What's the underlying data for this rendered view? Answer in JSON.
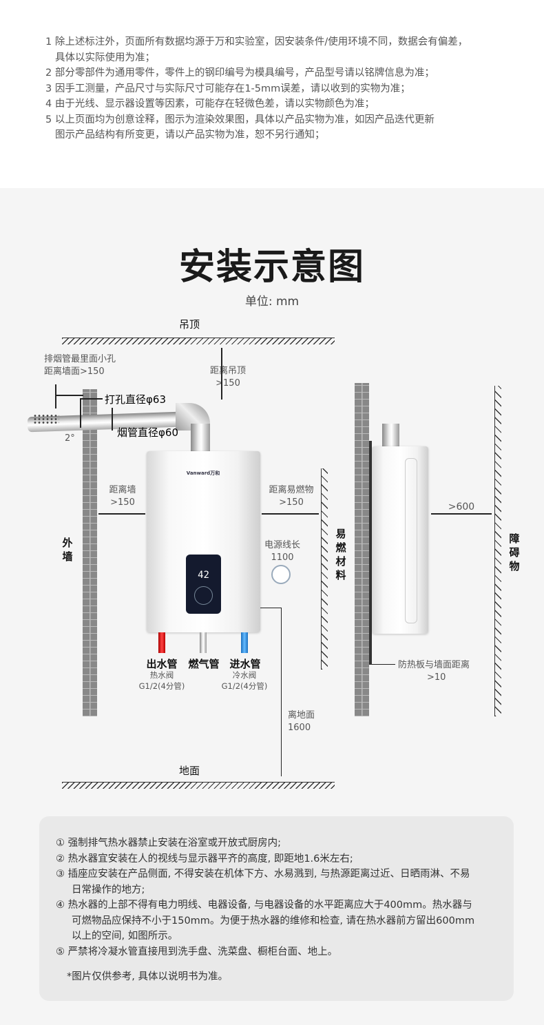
{
  "disclaimer": [
    "1 除上述标注外，页面所有数据均源于万和实验室，因安装条件/使用环境不同，数据会有偏差，",
    "具体以实际使用为准；",
    "2 部分零部件为通用零件，零件上的钢印编号为模具编号，产品型号请以铭牌信息为准；",
    "3 因手工测量，产品尺寸与实际尺寸可能存在1-5mm误差，请以收到的实物为准；",
    "4 由于光线、显示器设置等因素，可能存在轻微色差，请以实物颜色为准；",
    "5 以上页面均为创意诠释，图示为渲染效果图，具体以产品实物为准，如因产品迭代更新",
    "图示产品结构有所变更，请以产品实物为准，恕不另行通知；"
  ],
  "diagram": {
    "title": "安装示意图",
    "unit": "单位: mm",
    "ceiling": "吊顶",
    "floor": "地面",
    "outer_wall": "外墙",
    "flammable": "易燃材料",
    "obstacle": "障碍物",
    "flue_hole_l1": "排烟管最里面小孔",
    "flue_hole_l2": "距离墙面>150",
    "ceiling_dist_l1": "距离吊顶",
    "ceiling_dist_l2": ">150",
    "hole_diameter": "打孔直径φ63",
    "pipe_diameter": "烟管直径φ60",
    "angle": "2°",
    "wall_dist_l1": "距离墙",
    "wall_dist_l2": ">150",
    "flam_dist_l1": "距离易燃物",
    "flam_dist_l2": ">150",
    "cable_l1": "电源线长",
    "cable_l2": "1100",
    "brand": "Vanward万和",
    "display": "42",
    "outlet": "出水管",
    "outlet_sub1": "热水阀",
    "outlet_sub2": "G1/2(4分管)",
    "gas": "燃气管",
    "inlet": "进水管",
    "inlet_sub1": "冷水阀",
    "inlet_sub2": "G1/2(4分管)",
    "floor_dist_l1": "离地面",
    "floor_dist_l2": "1600",
    "front_dist": ">600",
    "shield_l1": "防热板与墙面距离",
    "shield_l2": ">10"
  },
  "notes": [
    "① 强制排气热水器禁止安装在浴室或开放式厨房内;",
    "② 热水器宜安装在人的视线与显示器平齐的高度, 即距地1.6米左右;",
    "③ 插座应安装在产品侧面, 不得安装在机体下方、水易溅到, 与热源距离过近、日晒雨淋、不易",
    "日常操作的地方;",
    "④ 热水器的上部不得有电力明线、电器设备, 与电器设备的水平距离应大于400mm。热水器与",
    "可燃物品应保持不小于150mm。为便于热水器的维修和检查, 请在热水器前方留出600mm",
    "以上的空间, 如图所示。",
    "⑤ 严禁将冷凝水管直接甩到洗手盘、洗菜盘、橱柜台面、地上。"
  ],
  "footnote": "*图片仅供参考, 具体以说明书为准。",
  "colors": {
    "hot": "#e02020",
    "cold": "#2a8fe0",
    "panel_bg": "#f5f5f5",
    "notes_bg": "#e9e9e9"
  }
}
